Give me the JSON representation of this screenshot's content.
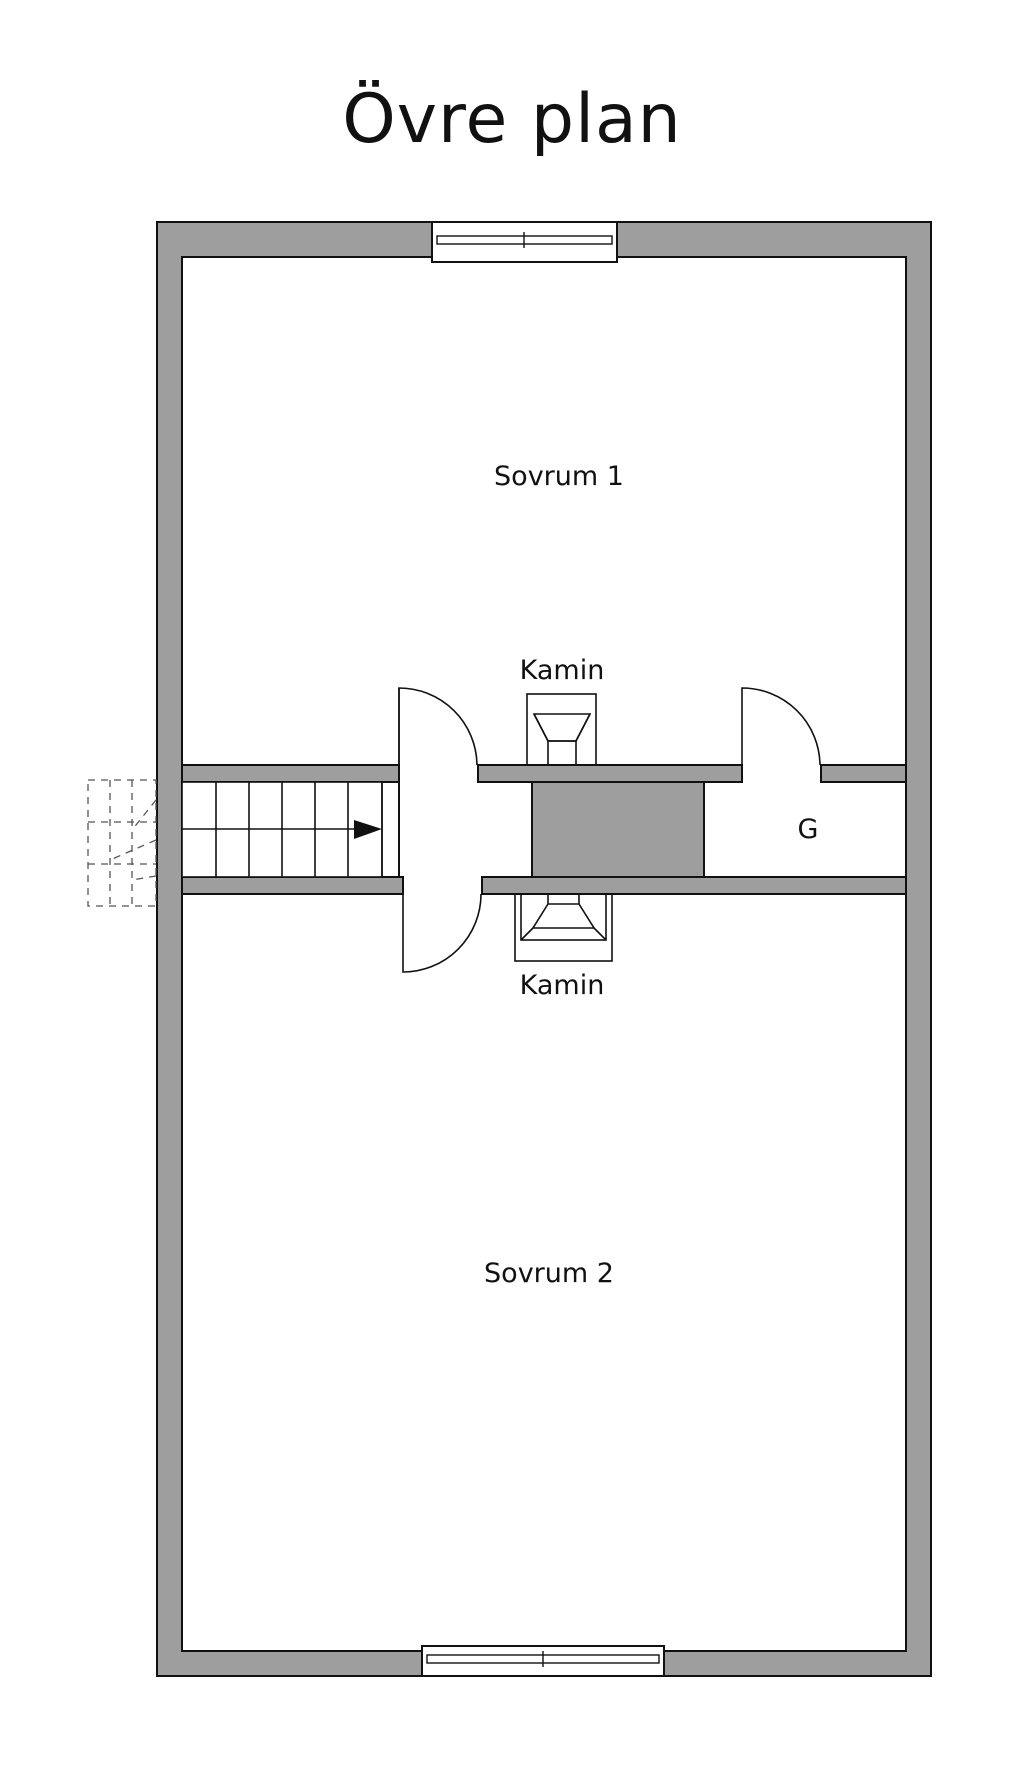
{
  "title": "Övre plan",
  "colors": {
    "wall": "#9e9e9e",
    "line": "#111111",
    "background": "#ffffff"
  },
  "rooms": [
    {
      "key": "sovrum1",
      "label": "Sovrum 1"
    },
    {
      "key": "sovrum2",
      "label": "Sovrum 2"
    },
    {
      "key": "g",
      "label": "G"
    }
  ],
  "fireplaces": [
    {
      "key": "kamin_top",
      "label": "Kamin"
    },
    {
      "key": "kamin_bottom",
      "label": "Kamin"
    }
  ]
}
